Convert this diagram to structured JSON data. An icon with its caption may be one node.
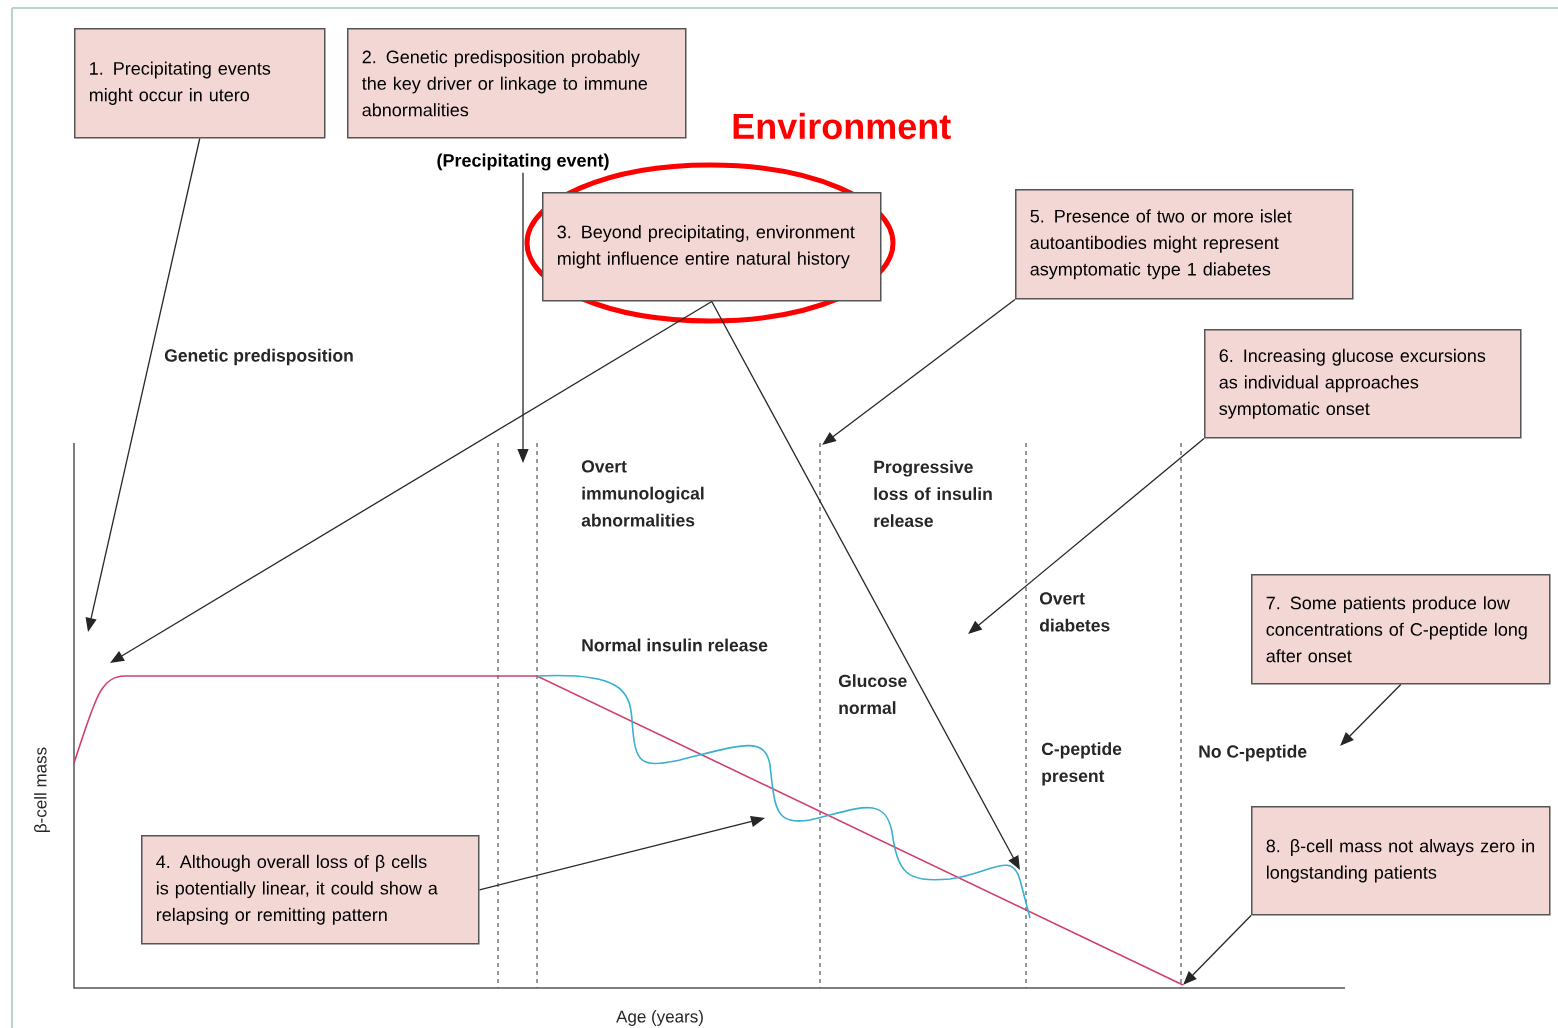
{
  "diagram": {
    "nodes": [
      {
        "text": [
          "1. Precipitating events might occur in utero"
        ]
      },
      {
        "text": [
          "2. Genetic predisposition probably the key driver or linkage to immune abnormalities"
        ]
      },
      {
        "text": [
          "(Precipitating event)"
        ]
      },
      {
        "text": [
          "3. Beyond precipitating, environment might influence entire natural history"
        ]
      },
      {
        "text": [
          "4. Although overall loss of β cells is potentially linear, it could show a relapsing or remitting pattern"
        ]
      },
      {
        "text": [
          "5. Presence of two or more islet autoantibodies might represent asymptomatic type 1 diabetes"
        ]
      },
      {
        "text": [
          "6. Increasing glucose excursions as individual approaches symptomatic onset"
        ]
      },
      {
        "text": [
          "7. Some patients produce low concentrations of C-peptide long after onset"
        ]
      },
      {
        "text": [
          "8. β-cell mass not always zero in longstanding patients"
        ]
      }
    ],
    "edges": [
      {
        "from": 0,
        "to": null,
        "arrow": "to"
      },
      {
        "from": 2,
        "to": null,
        "arrow": "to"
      },
      {
        "from": 3,
        "to": null,
        "arrow": "to"
      },
      {
        "from": 3,
        "to": null,
        "arrow": "to"
      },
      {
        "from": 4,
        "to": null,
        "arrow": "to"
      },
      {
        "from": 5,
        "to": null,
        "arrow": "to"
      },
      {
        "from": 6,
        "to": null,
        "arrow": "to"
      },
      {
        "from": 7,
        "to": null,
        "arrow": "to"
      },
      {
        "from": 8,
        "to": null,
        "arrow": "to"
      }
    ],
    "labels": [
      "Environment",
      "Genetic predisposition",
      "Overt immunological abnormalities",
      "Progressive loss of insulin release",
      "Overt diabetes",
      "Normal insulin release",
      "Glucose normal",
      "C-peptide present",
      "No C-peptide",
      "β-cell mass",
      "Age (years)"
    ]
  }
}
